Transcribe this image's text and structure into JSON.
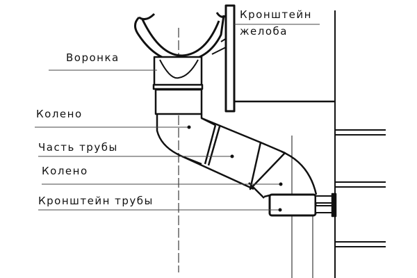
{
  "title": "Водосточная система",
  "labels": {
    "gutter_bracket_line1": "Кронштейн",
    "gutter_bracket_line2": "желоба",
    "funnel": "Воронка",
    "elbow_top": "Колено",
    "pipe_section": "Часть трубы",
    "elbow_bottom": "Колено",
    "pipe_bracket": "Кронштейн трубы"
  },
  "colors": {
    "stroke": "#111111",
    "leader": "#444444",
    "background": "#ffffff"
  }
}
